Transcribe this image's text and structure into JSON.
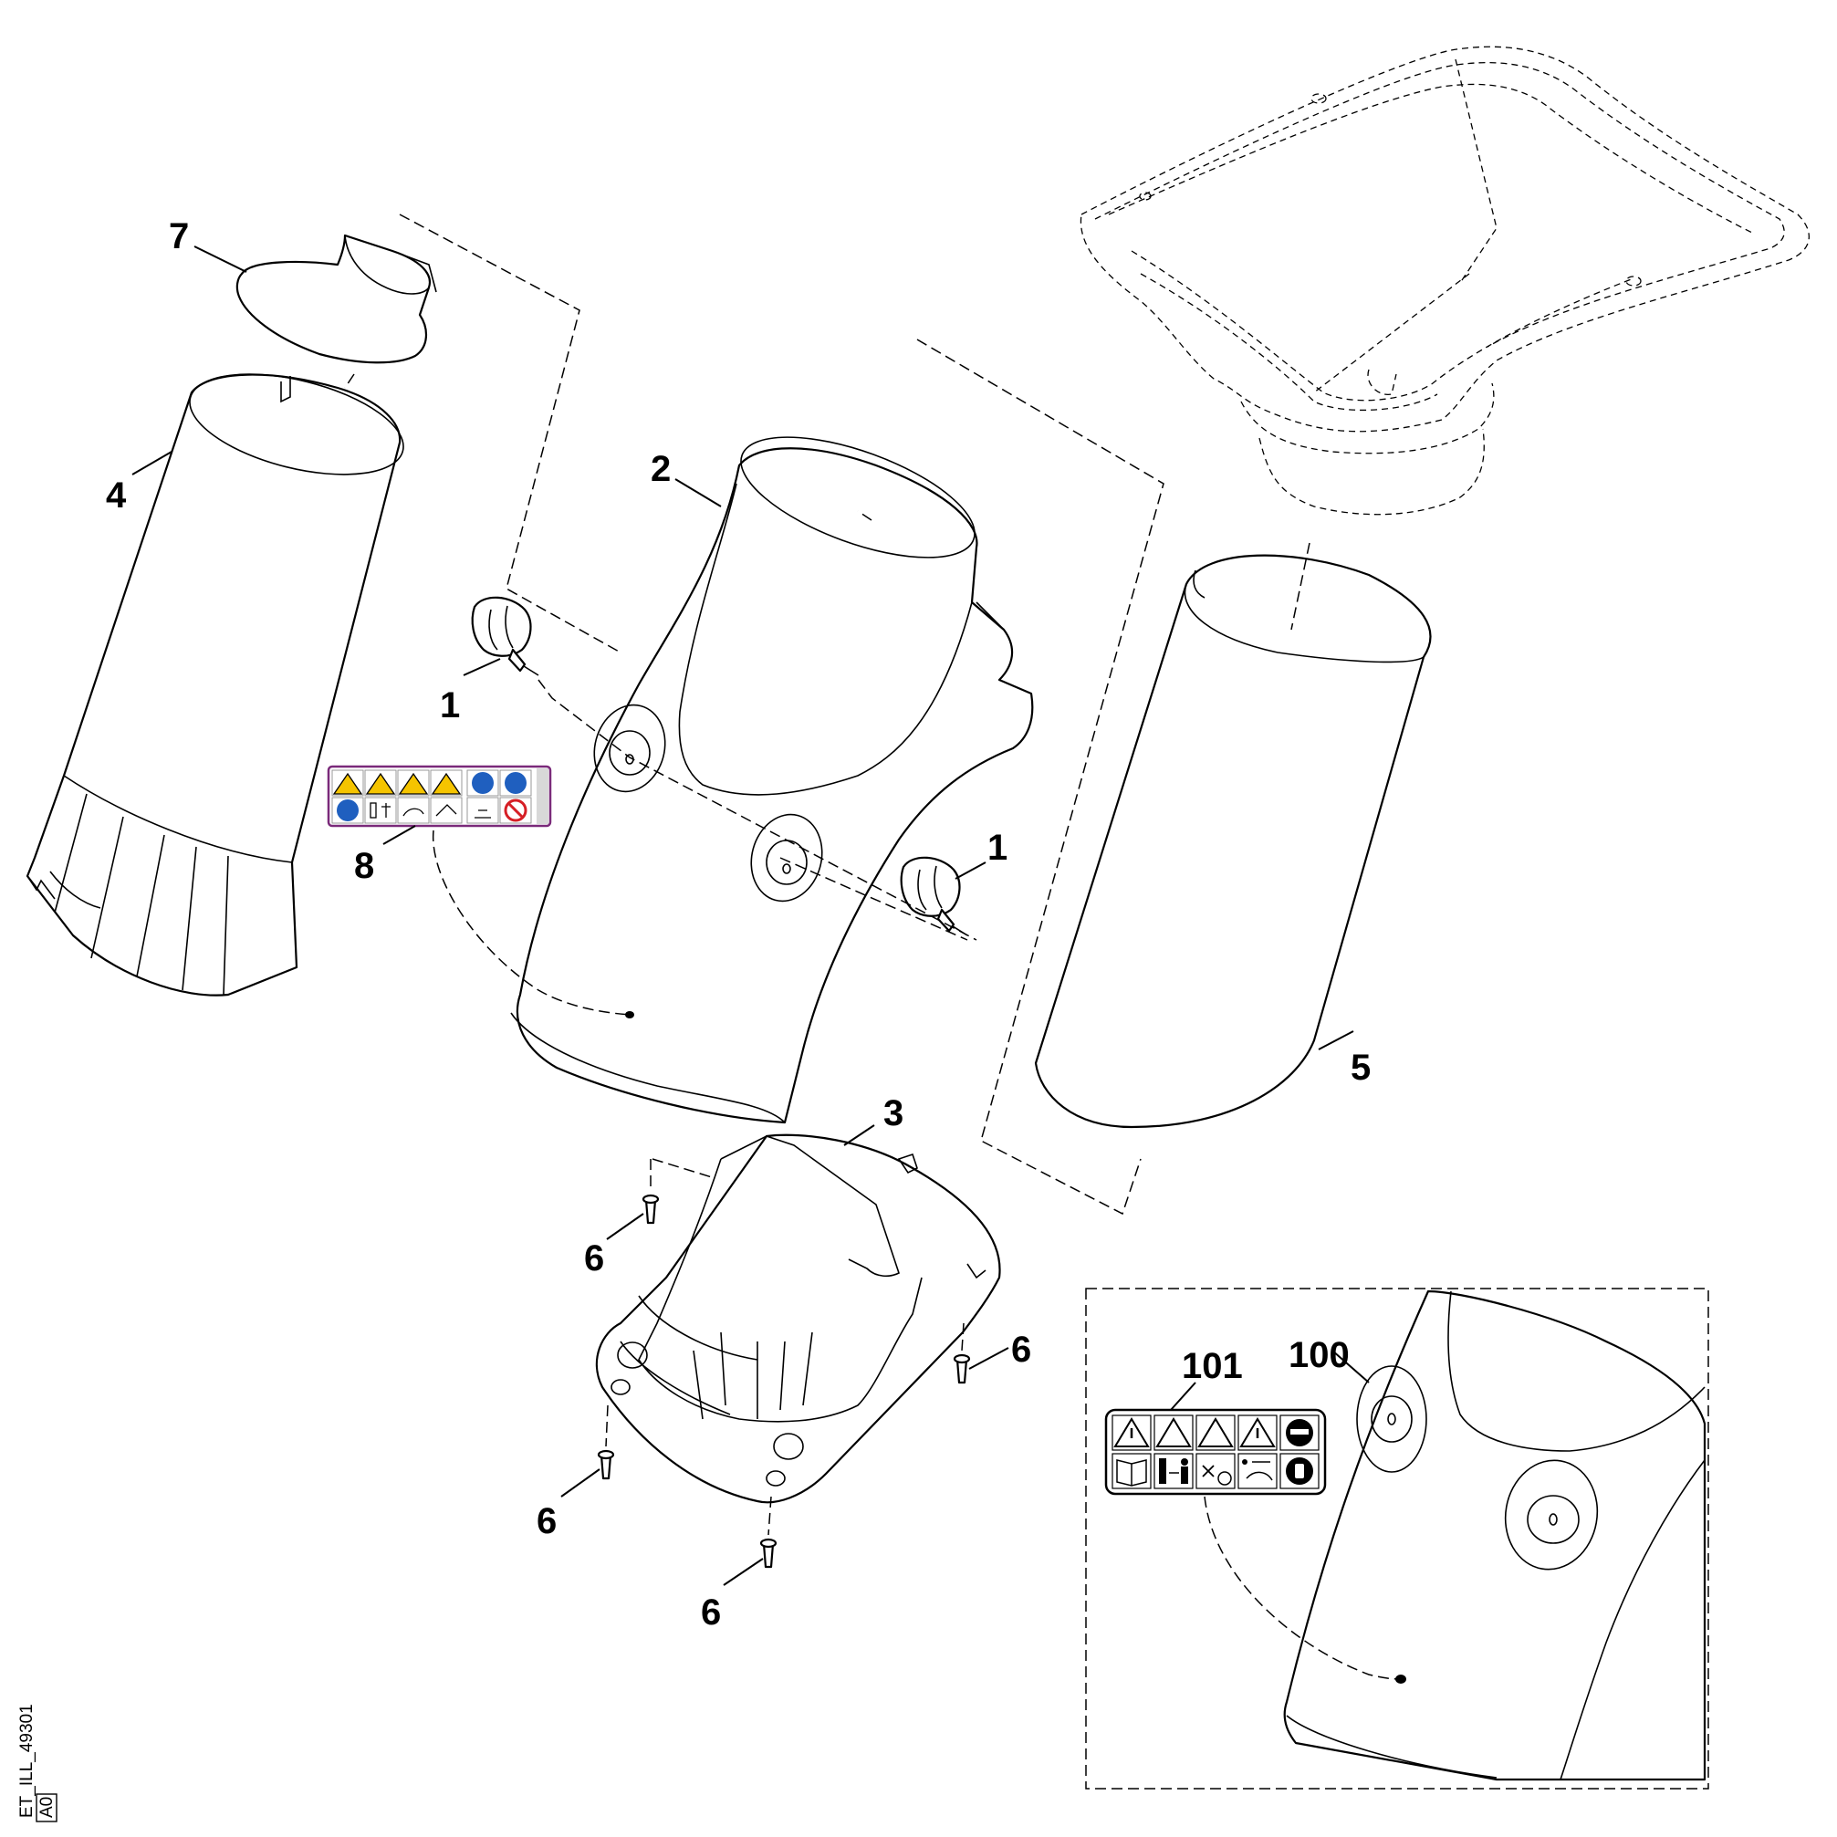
{
  "drawing_code": "ET_ILL_49301",
  "revision": "A0",
  "callouts": {
    "c1a": "1",
    "c1b": "1",
    "c2": "2",
    "c3": "3",
    "c4": "4",
    "c5": "5",
    "c6a": "6",
    "c6b": "6",
    "c6c": "6",
    "c6d": "6",
    "c7": "7",
    "c8": "8",
    "c100": "100",
    "c101": "101"
  },
  "colors": {
    "warning_yellow": "#f5c400",
    "mandatory_blue": "#1f5fbf",
    "prohibition_red": "#d61f26",
    "label_border": "#7a2a7a",
    "line": "#000000"
  },
  "icons": {
    "label_8_row1": [
      "warning-triangle-icon",
      "warning-thrown-objects-icon",
      "warning-hand-icon",
      "warning-triangle-icon",
      "wear-protection-icon",
      "wear-gloves-icon"
    ],
    "label_8_row2": [
      "wear-goggles-icon",
      "keep-distance-icon",
      "read-manual-icon",
      "unplug-icon",
      "rotating-blade-icon",
      "no-entry-icon"
    ],
    "label_101_row1": [
      "warning-triangle-icon",
      "warning-thrown-objects-icon",
      "warning-hand-icon",
      "warning-triangle-icon",
      "wear-eye-ear-protection-icon"
    ],
    "label_101_row2": [
      "read-manual-icon",
      "keep-distance-icon",
      "no-hands-icon",
      "unplug-icon",
      "wear-gloves-icon"
    ]
  }
}
